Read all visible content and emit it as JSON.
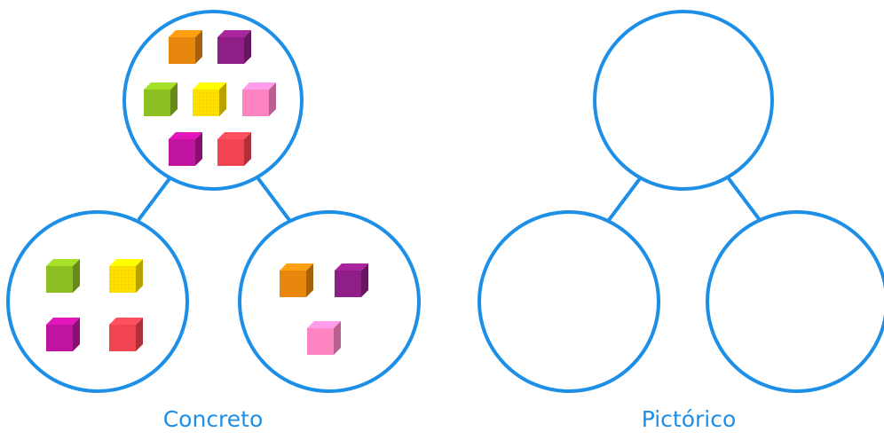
{
  "diagrams": [
    {
      "label": "Concreto",
      "parts": {
        "whole": [
          "orange",
          "purple",
          "green",
          "yellow",
          "pink",
          "magenta",
          "red"
        ],
        "left_part": [
          "green",
          "yellow",
          "magenta",
          "red"
        ],
        "right_part": [
          "orange",
          "purple",
          "pink"
        ]
      }
    },
    {
      "label": "Pictórico",
      "parts": {
        "whole": [],
        "left_part": [],
        "right_part": []
      }
    }
  ],
  "colors": {
    "circle_stroke": "#1e8fe6",
    "label_text": "#1e8fe6",
    "cube_orange": "#e8870e",
    "cube_purple": "#8f1f86",
    "cube_green": "#8bbf22",
    "cube_yellow": "#ffe100",
    "cube_pink": "#ff84c7",
    "cube_magenta": "#c0139f",
    "cube_red": "#f04451"
  }
}
